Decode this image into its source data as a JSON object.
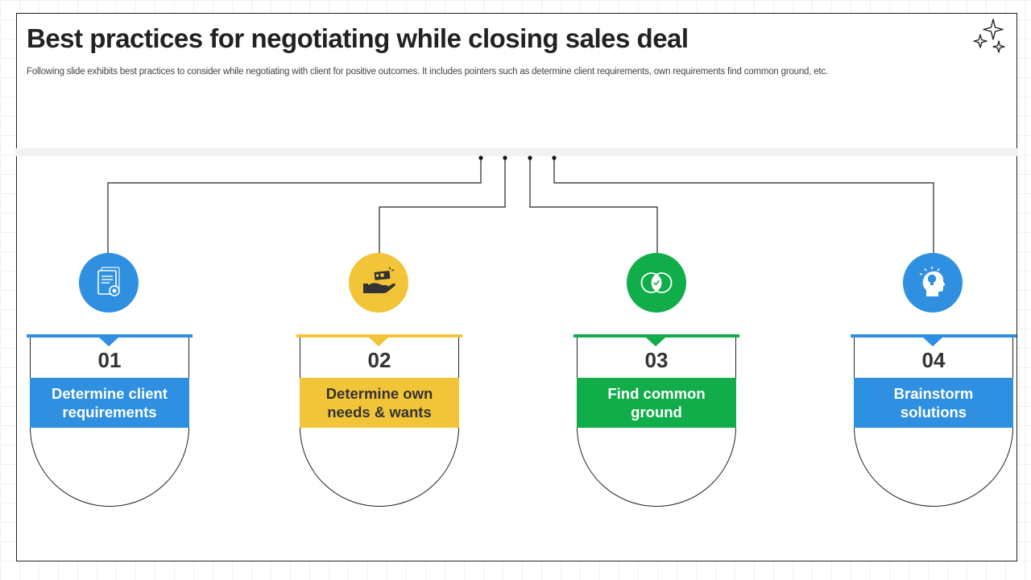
{
  "header": {
    "title": "Best practices for negotiating while closing sales deal",
    "subtitle": "Following slide exhibits best practices to consider while negotiating with client for positive outcomes. It includes pointers such as determine client requirements, own requirements find common ground, etc."
  },
  "colors": {
    "blue": "#2f8fe0",
    "yellow": "#f2c438",
    "green": "#10ad4a",
    "text_dark": "#333333"
  },
  "steps": [
    {
      "number": "01",
      "label": "Determine client requirements",
      "color": "#2f8fe0",
      "label_text_color": "#ffffff",
      "icon": "contract-document-icon"
    },
    {
      "number": "02",
      "label": "Determine own needs & wants",
      "color": "#f2c438",
      "label_text_color": "#333333",
      "icon": "hand-money-icon"
    },
    {
      "number": "03",
      "label": "Find common ground",
      "color": "#10ad4a",
      "label_text_color": "#ffffff",
      "icon": "overlapping-circles-icon"
    },
    {
      "number": "04",
      "label": "Brainstorm solutions",
      "color": "#2f8fe0",
      "label_text_color": "#ffffff",
      "icon": "head-lightbulb-icon"
    }
  ]
}
